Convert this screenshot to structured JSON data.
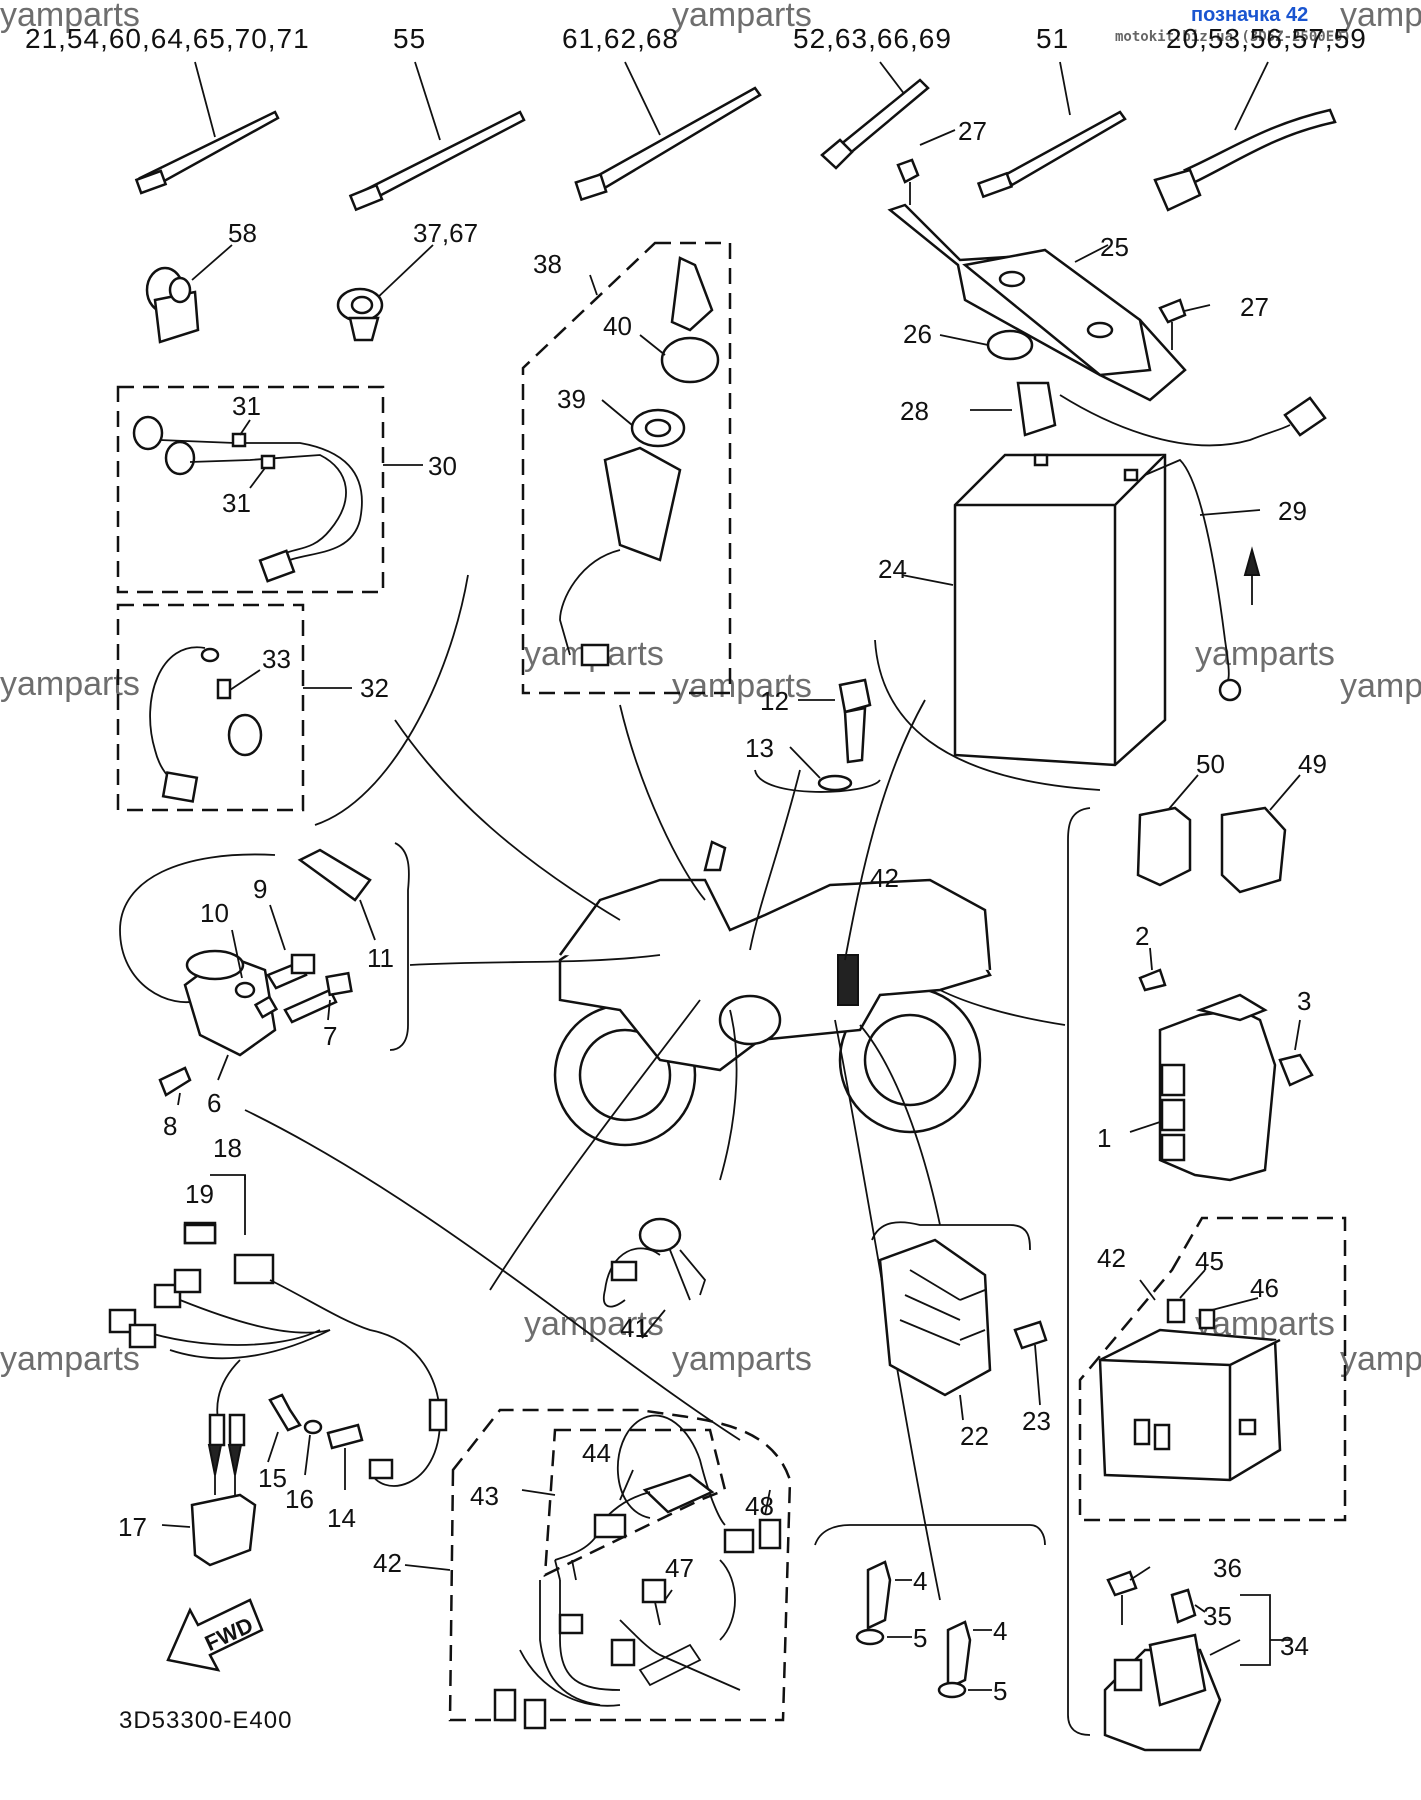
{
  "header": {
    "ref_label": "позначка 42",
    "ref_url": "motokit.biz.ua (3D5Z-2500E0)"
  },
  "watermark": "yamparts",
  "diagram_code": "3D53300-E400",
  "fwd_label": "FWD",
  "callouts": {
    "c_21": "21,54,60,64,65,70,71",
    "c_55": "55",
    "c_61": "61,62,68",
    "c_52": "52,63,66,69",
    "c_51": "51",
    "c_20": "20,53,56,57,59",
    "c_27a": "27",
    "c_27b": "27",
    "c_25": "25",
    "c_26": "26",
    "c_28": "28",
    "c_29": "29",
    "c_24": "24",
    "c_58": "58",
    "c_37": "37,67",
    "c_38": "38",
    "c_40": "40",
    "c_39": "39",
    "c_31a": "31",
    "c_31b": "31",
    "c_30": "30",
    "c_33": "33",
    "c_32": "32",
    "c_12": "12",
    "c_13": "13",
    "c_50": "50",
    "c_49": "49",
    "c_42a": "42",
    "c_9": "9",
    "c_10": "10",
    "c_11": "11",
    "c_7": "7",
    "c_8": "8",
    "c_6": "6",
    "c_2": "2",
    "c_3": "3",
    "c_1": "1",
    "c_18": "18",
    "c_19": "19",
    "c_41": "41",
    "c_42b": "42",
    "c_45": "45",
    "c_46": "46",
    "c_15": "15",
    "c_16": "16",
    "c_14": "14",
    "c_17": "17",
    "c_22": "22",
    "c_23": "23",
    "c_44": "44",
    "c_43": "43",
    "c_48": "48",
    "c_42c": "42",
    "c_47": "47",
    "c_4a": "4",
    "c_4b": "4",
    "c_5a": "5",
    "c_5b": "5",
    "c_36": "36",
    "c_35": "35",
    "c_34": "34"
  }
}
